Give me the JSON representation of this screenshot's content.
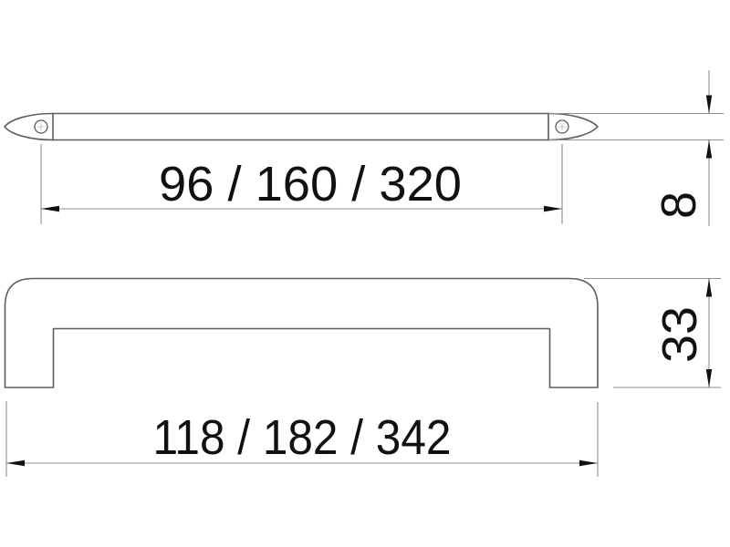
{
  "drawing": {
    "colors": {
      "background": "#ffffff",
      "outline": "#5d5d5d",
      "dimension_lines": "#8f8f8f",
      "ink": "#111111"
    },
    "dimensions": {
      "hole_spacing": {
        "label": "96 / 160 / 320"
      },
      "bar_thickness": {
        "label": "8"
      },
      "overall_height": {
        "label": "33"
      },
      "overall_length": {
        "label": "118 / 182 / 342"
      }
    }
  }
}
